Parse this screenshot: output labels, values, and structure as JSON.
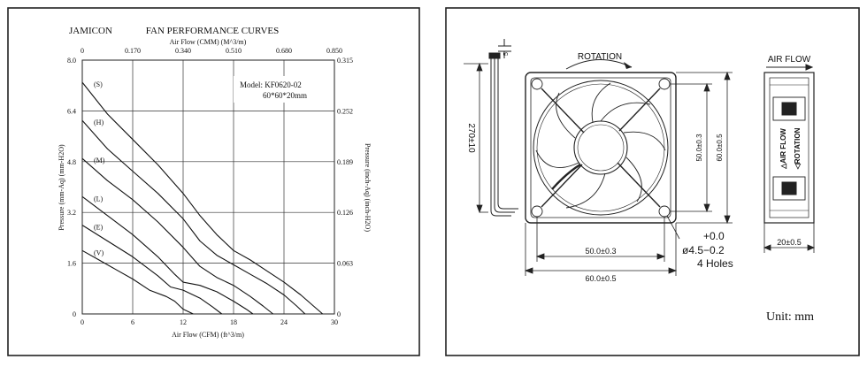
{
  "left_panel": {
    "brand": "JAMICON",
    "title": "FAN PERFORMANCE CURVES",
    "model_line1": "Model: KF0620-02",
    "model_line2": "60*60*20mm"
  },
  "chart_data": {
    "type": "line",
    "title": "FAN PERFORMANCE CURVES",
    "xlabel": "Air Flow (CFM) (ft^3/m)",
    "ylabel": "Pressure (mm-Aq) (mm-H2O)",
    "x2label": "Air Flow (CMM) (M^3/m)",
    "y2label": "Pressure (inch-Aq) (inch-H2O)",
    "xlim": [
      0,
      30
    ],
    "ylim": [
      0,
      8.0
    ],
    "x_ticks": [
      "0",
      "6",
      "12",
      "18",
      "24",
      "30"
    ],
    "y_ticks": [
      "0",
      "1.6",
      "3.2",
      "4.8",
      "6.4",
      "8.0"
    ],
    "x2_ticks": [
      "0",
      "0.170",
      "0.340",
      "0.510",
      "0.680",
      "0.850"
    ],
    "y2_ticks": [
      "0",
      "0.063",
      "0.126",
      "0.189",
      "0.252",
      "0.315"
    ],
    "grid": true,
    "series": [
      {
        "name": "(S)",
        "x": [
          0,
          3,
          6,
          9,
          12,
          14,
          16,
          18,
          20,
          22,
          24,
          26,
          27.5,
          28.6
        ],
        "y": [
          7.3,
          6.3,
          5.5,
          4.7,
          3.8,
          3.1,
          2.5,
          2.0,
          1.7,
          1.35,
          1.0,
          0.6,
          0.25,
          0
        ]
      },
      {
        "name": "(H)",
        "x": [
          0,
          3,
          6,
          9,
          12,
          14,
          16,
          18,
          20,
          22,
          24,
          25.5,
          26.5
        ],
        "y": [
          6.1,
          5.2,
          4.5,
          3.8,
          3.0,
          2.3,
          1.85,
          1.55,
          1.25,
          0.95,
          0.6,
          0.25,
          0
        ]
      },
      {
        "name": "(M)",
        "x": [
          0,
          3,
          6,
          9,
          12,
          14,
          16,
          18,
          20,
          21.5,
          22.7
        ],
        "y": [
          4.9,
          4.2,
          3.6,
          2.9,
          2.1,
          1.5,
          1.15,
          0.9,
          0.55,
          0.25,
          0
        ]
      },
      {
        "name": "(L)",
        "x": [
          0,
          3,
          6,
          9,
          11,
          12,
          14,
          16,
          18,
          19.5,
          20.3
        ],
        "y": [
          3.7,
          3.1,
          2.5,
          1.8,
          1.25,
          1.0,
          0.9,
          0.7,
          0.4,
          0.15,
          0
        ]
      },
      {
        "name": "(E)",
        "x": [
          0,
          3,
          6,
          9,
          10.5,
          12,
          14,
          15.5,
          16.6
        ],
        "y": [
          2.8,
          2.3,
          1.8,
          1.2,
          0.85,
          0.75,
          0.5,
          0.22,
          0
        ]
      },
      {
        "name": "(V)",
        "x": [
          0,
          2,
          4,
          6,
          8,
          10,
          11,
          12,
          13.2
        ],
        "y": [
          2.0,
          1.7,
          1.4,
          1.1,
          0.75,
          0.55,
          0.4,
          0.15,
          0
        ]
      }
    ]
  },
  "right_panel": {
    "rotation_label": "ROTATION",
    "airflow_label": "AIR FLOW",
    "lead_length": "270±10",
    "lead_gap": "5",
    "inner_dim": "50.0±0.3",
    "outer_dim": "60.0±0.5",
    "hole_tol_plus": "+0.0",
    "hole_dim": "ø4.5−0.2",
    "holes_note": "4 Holes",
    "side_label_airflow": "△AIR FLOW",
    "side_label_rotation": "◁ROTATION",
    "thickness_dim": "20±0.5",
    "unit_label": "Unit: mm"
  }
}
